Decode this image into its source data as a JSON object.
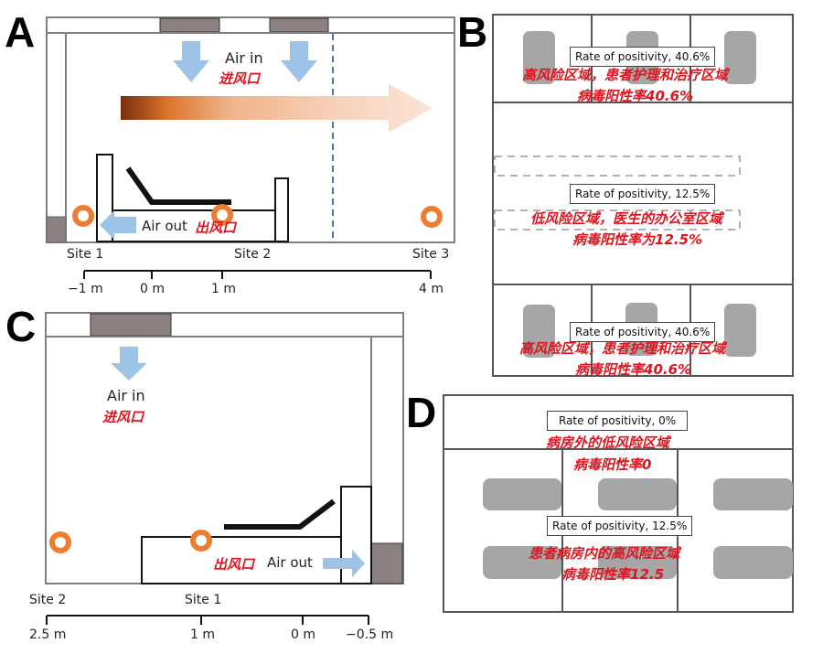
{
  "panels": {
    "A": {
      "letter": "A",
      "air_in_en": "Air in",
      "air_in_cn": "进风口",
      "air_out_en": "Air out",
      "air_out_cn": "出风口",
      "sites": [
        "Site 1",
        "Site 2",
        "Site 3"
      ],
      "scale_ticks": [
        "−1 m",
        "0 m",
        "1 m",
        "4 m"
      ]
    },
    "B": {
      "letter": "B",
      "zones": [
        {
          "rate_label": "Rate of positivity, 40.6%",
          "cn_line1": "高风险区域，患者护理和治疗区域",
          "cn_line2": "病毒阳性率40.6%"
        },
        {
          "rate_label": "Rate of positivity, 12.5%",
          "cn_line1": "低风险区域，医生的办公室区域",
          "cn_line2": "病毒阳性率为12.5%"
        },
        {
          "rate_label": "Rate of positivity, 40.6%",
          "cn_line1": "高风险区域，患者护理和治疗区域",
          "cn_line2": "病毒阳性率40.6%"
        }
      ]
    },
    "C": {
      "letter": "C",
      "air_in_en": "Air in",
      "air_in_cn": "进风口",
      "air_out_en": "Air out",
      "air_out_cn": "出风口",
      "sites": [
        "Site 2",
        "Site 1"
      ],
      "scale_ticks": [
        "2.5 m",
        "1 m",
        "0 m",
        "−0.5 m"
      ]
    },
    "D": {
      "letter": "D",
      "zones": [
        {
          "rate_label": "Rate of positivity, 0%",
          "cn_line1": "病房外的低风险区域",
          "cn_line2": "病毒阳性率0"
        },
        {
          "rate_label": "Rate of positivity, 12.5%",
          "cn_line1": "患者病房内的高风险区域",
          "cn_line2": "病毒阳性率12.5"
        }
      ]
    }
  },
  "colors": {
    "wall": "#7f7f7f",
    "vent": "#8c8181",
    "arrow_blue": "#9dc3e6",
    "sampling_site": "#ed7d31",
    "chinese_text": "#e0141e",
    "bed_gray": "#a6a6a6",
    "dashed_line": "#4472c4"
  }
}
